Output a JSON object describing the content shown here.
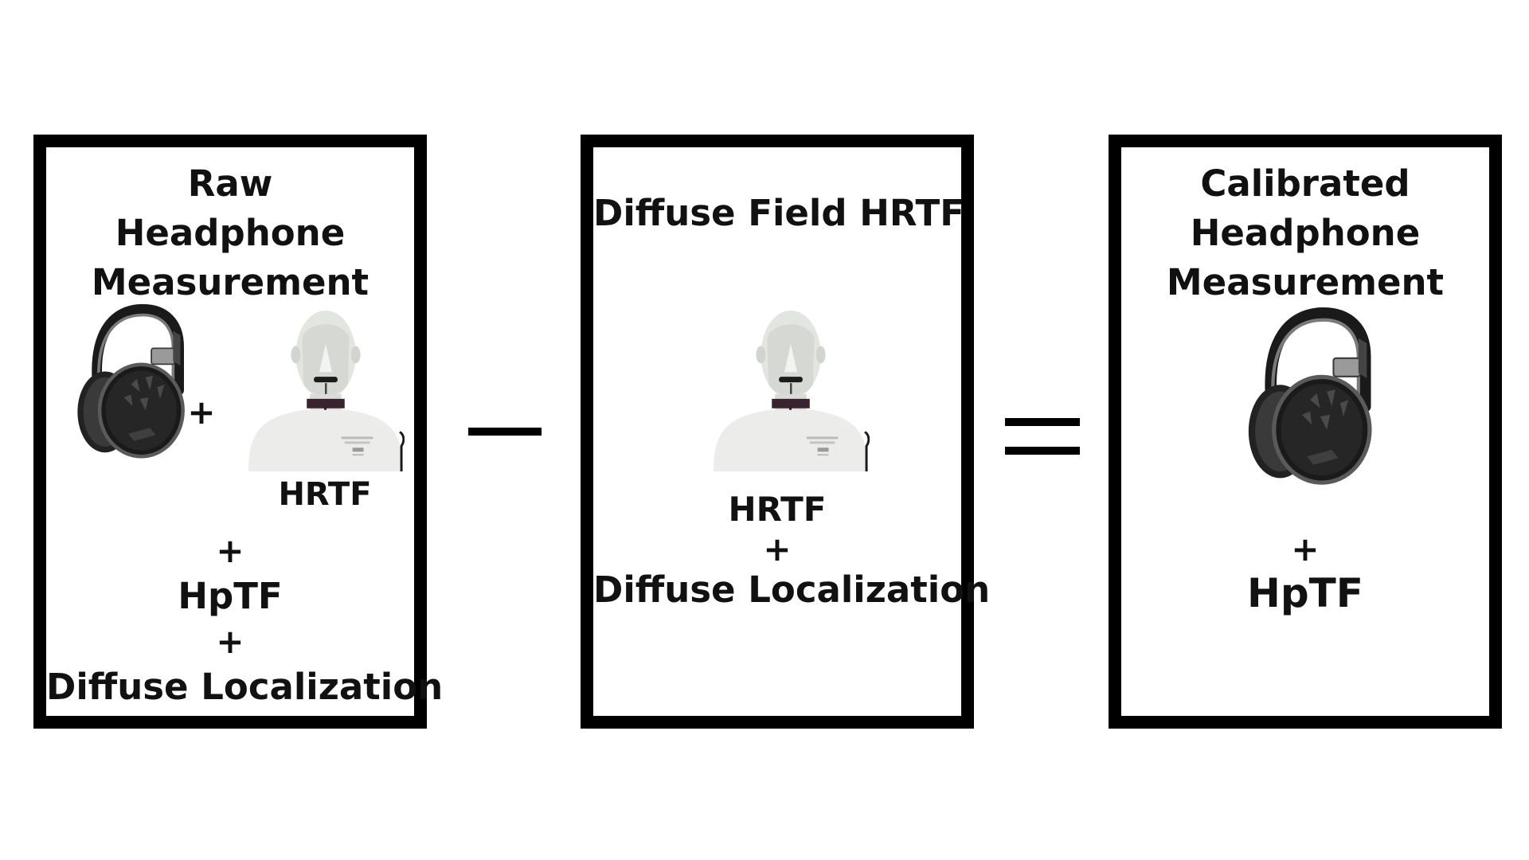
{
  "panels": {
    "raw": {
      "title_lines": [
        "Raw",
        "Headphone",
        "Measurement"
      ],
      "plus_1": "+",
      "hrtf_label": "HRTF",
      "plus_2": "+",
      "hptf_label": "HpTF",
      "plus_3": "+",
      "localization_label": "Diffuse Localization"
    },
    "diffuse": {
      "title": "Diffuse Field HRTF",
      "hrtf_label": "HRTF",
      "plus": "+",
      "localization_label": "Diffuse Localization"
    },
    "calibrated": {
      "title_lines": [
        "Calibrated",
        "Headphone",
        "Measurement"
      ],
      "plus": "+",
      "hptf_label": "HpTF"
    }
  },
  "colors": {
    "border": "#000000",
    "text": "#111111",
    "dummy_head_body": "#ecedea",
    "collar": "#3a2230",
    "headphone_dark": "#1c1c1c",
    "headphone_frame": "#6e6e6e"
  },
  "icons": {
    "headphones": "headphones-icon",
    "dummy_head": "dummy-head-icon"
  }
}
